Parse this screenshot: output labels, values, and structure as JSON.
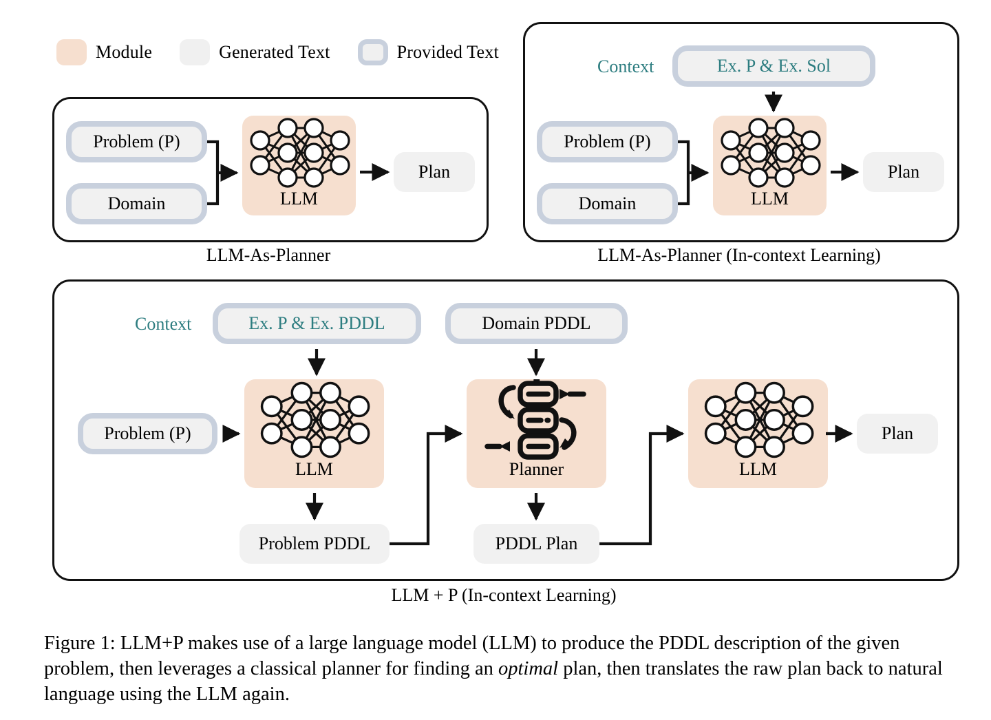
{
  "legend": {
    "items": [
      {
        "label": "Module",
        "swatch": "module-swatch",
        "color": "#f6dfcf"
      },
      {
        "label": "Generated Text",
        "swatch": "generated-text-swatch",
        "color": "#f0f0f0"
      },
      {
        "label": "Provided Text",
        "swatch": "provided-text-swatch",
        "color": "#c8d0dd"
      }
    ]
  },
  "colors": {
    "module": "#f6dfcf",
    "generated": "#f1f1f1",
    "provided_border": "#c8d0dd",
    "context_teal": "#2d7d80",
    "panel_border": "#111111"
  },
  "panels": [
    {
      "id": "llm-as-planner",
      "caption": "LLM-As-Planner",
      "nodes": {
        "problem": "Problem (P)",
        "domain": "Domain",
        "llm": "LLM",
        "plan": "Plan"
      }
    },
    {
      "id": "llm-as-planner-icl",
      "caption": "LLM-As-Planner (In-context Learning)",
      "nodes": {
        "context_label": "Context",
        "context_box": "Ex. P & Ex. Sol",
        "problem": "Problem (P)",
        "domain": "Domain",
        "llm": "LLM",
        "plan": "Plan"
      }
    },
    {
      "id": "llm-plus-p-icl",
      "caption": "LLM + P (In-context Learning)",
      "nodes": {
        "context_label": "Context",
        "context_box": "Ex. P & Ex. PDDL",
        "domain_pddl": "Domain PDDL",
        "problem": "Problem (P)",
        "llm1": "LLM",
        "problem_pddl": "Problem PDDL",
        "planner": "Planner",
        "pddl_plan": "PDDL Plan",
        "llm2": "LLM",
        "plan": "Plan"
      }
    }
  ],
  "figure_caption": {
    "prefix": "Figure 1:",
    "part1": " LLM+P makes use of a large language model (LLM) to produce the PDDL description of the given problem, then leverages a classical planner for finding an ",
    "emphasis": "optimal",
    "part2": " plan, then translates the raw plan back to natural language using the LLM again."
  }
}
